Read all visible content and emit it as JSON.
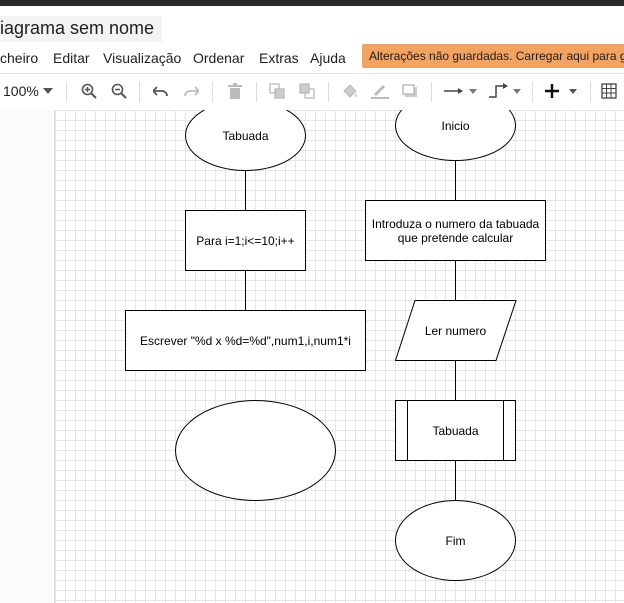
{
  "app": {
    "title": "Diagrama sem nome",
    "title_visible": "iagrama sem nome"
  },
  "menu": {
    "items": [
      "cheiro",
      "Editar",
      "Visualização",
      "Ordenar",
      "Extras",
      "Ajuda"
    ]
  },
  "notice": {
    "text": "Alterações não guardadas. Carregar aqui para guardar."
  },
  "toolbar": {
    "zoom": "100%",
    "icons": [
      "zoom-dropdown-icon",
      "zoom-in-icon",
      "zoom-out-icon",
      "undo-icon",
      "redo-icon",
      "delete-icon",
      "to-front-icon",
      "to-back-icon",
      "fill-color-icon",
      "line-color-icon",
      "shadow-icon",
      "connection-icon",
      "waypoints-icon",
      "insert-icon",
      "table-icon"
    ]
  },
  "diagram": {
    "left": {
      "start": "Tabuada",
      "loop": "Para i=1;i<=10;i++",
      "print": "Escrever \"%d x %d=%d\",num1,i,num1*i",
      "end": ""
    },
    "right": {
      "start": "Inicio",
      "prompt": "Introduza o numero da tabuada que pretende calcular",
      "input": "Ler numero",
      "call": "Tabuada",
      "end": "Fim"
    }
  },
  "colors": {
    "notice_bg": "#f2a35f",
    "grid": "#e6e6e6",
    "topbar": "#2b2b2b"
  }
}
